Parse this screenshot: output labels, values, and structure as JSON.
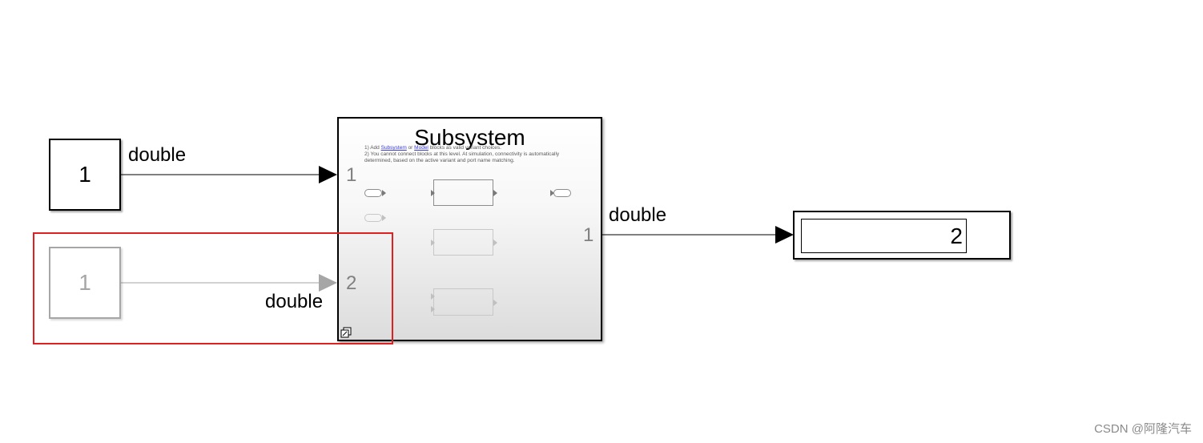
{
  "blocks": {
    "constant1": {
      "value": "1"
    },
    "constant2": {
      "value": "1"
    }
  },
  "signals": {
    "sig1_label": "double",
    "sig2_label": "double",
    "out_label": "double"
  },
  "subsystem": {
    "title": "Subsystem",
    "input_ports": [
      "1",
      "2"
    ],
    "output_port": "1",
    "note_line1_prefix": "1) Add ",
    "note_link1": "Subsystem",
    "note_or": " or ",
    "note_link2": "Model",
    "note_line1_suffix": " blocks as valid variant choices.",
    "note_line2": "2) You cannot connect blocks at this level. At simulation, connectivity is automatically determined, based on the active variant and port name matching."
  },
  "display": {
    "value": "2"
  },
  "watermark": "CSDN @阿隆汽车",
  "colors": {
    "highlight": "#e02020",
    "dimmed": "#a6a6a6",
    "line": "#000000"
  }
}
